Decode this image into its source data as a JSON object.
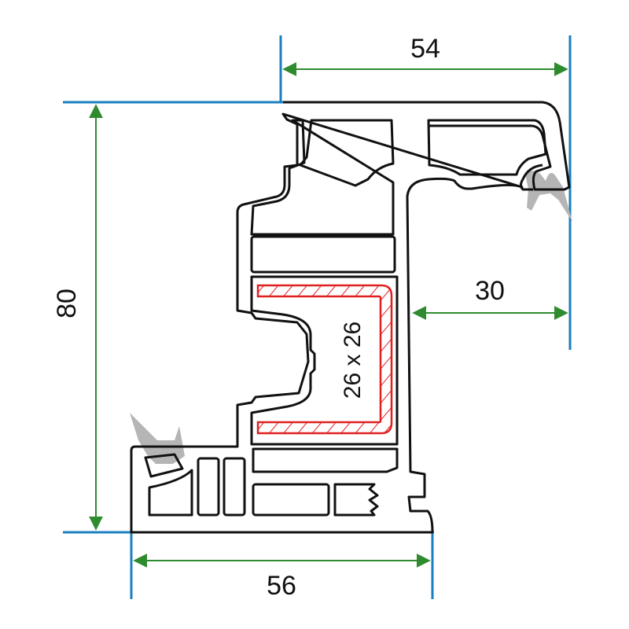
{
  "title": "Window frame profile cross-section",
  "dimensions": {
    "height": "80",
    "top_width": "54",
    "rebate_depth": "30",
    "bottom_width": "56"
  },
  "reinforcement": {
    "label": "26 x 26"
  },
  "colors": {
    "reference_lines": "#1a7fc1",
    "dimension_lines": "#2e8b2e",
    "profile_outline": "#111111",
    "reinforcement": "#e02020",
    "gasket": "#b5b5b5"
  }
}
